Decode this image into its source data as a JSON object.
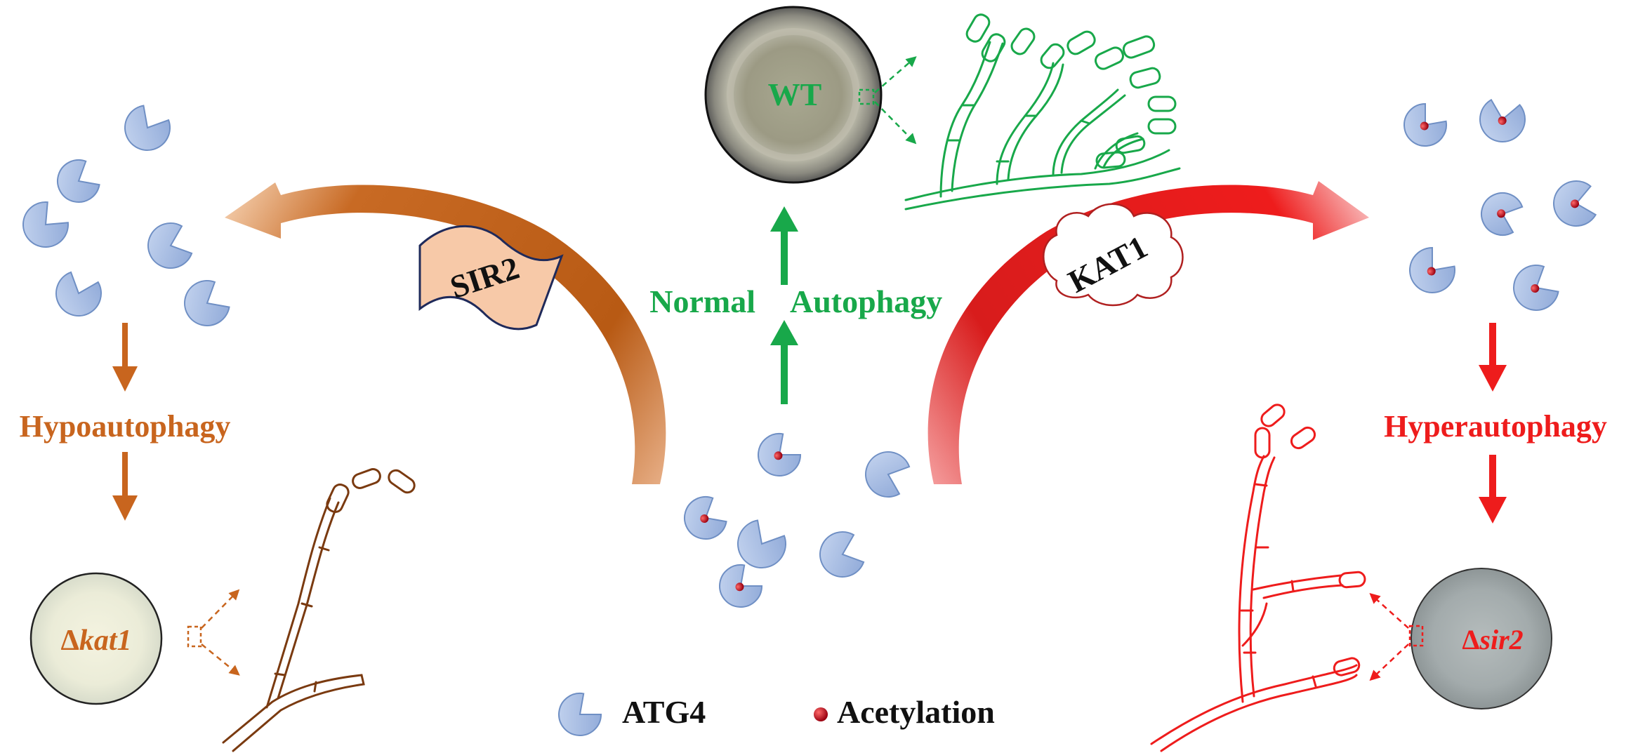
{
  "labels": {
    "wt": "WT",
    "normal": "Normal",
    "autophagy": "Autophagy",
    "sir2_enzyme": "SIR2",
    "kat1_enzyme": "KAT1",
    "hypo": "Hypoautophagy",
    "hyper": "Hyperautophagy",
    "delta": "Δ",
    "kat1_gene": "kat1",
    "sir2_gene": "sir2"
  },
  "legend": {
    "atg4": "ATG4",
    "acetylation": "Acetylation"
  },
  "colors": {
    "green": "#18a84a",
    "brown": "#b85a14",
    "hypha_brown": "#7a3a10",
    "red": "#ee1c1c",
    "protein_fill": "#a8bfe3",
    "protein_stroke": "#6f8fc4",
    "acetyl_red": "#c8101c",
    "sir2_banner": "#f7c9a8",
    "navy": "#1f2a5a"
  },
  "icons": {
    "protein": "atg4-pacman-icon",
    "acetyl": "acetylation-dot-icon"
  }
}
